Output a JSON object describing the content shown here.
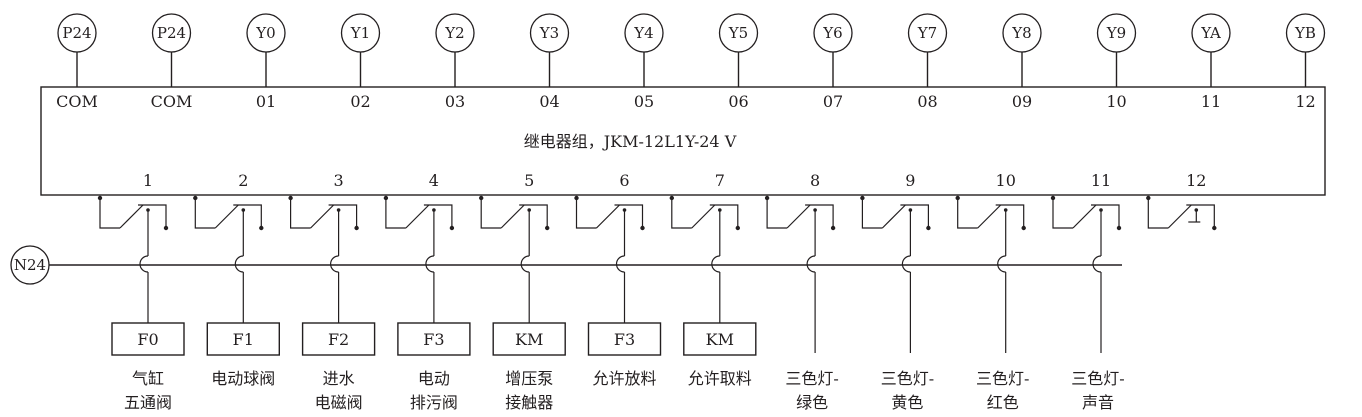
{
  "colors": {
    "ink": "#231f20",
    "background": "#ffffff"
  },
  "relay_group": {
    "title": "继电器组，JKM-12L1Y-24 V",
    "top_terminals": [
      {
        "signal": "P24",
        "label": "COM"
      },
      {
        "signal": "P24",
        "label": "COM"
      },
      {
        "signal": "Y0",
        "label": "01"
      },
      {
        "signal": "Y1",
        "label": "02"
      },
      {
        "signal": "Y2",
        "label": "03"
      },
      {
        "signal": "Y3",
        "label": "04"
      },
      {
        "signal": "Y4",
        "label": "05"
      },
      {
        "signal": "Y5",
        "label": "06"
      },
      {
        "signal": "Y6",
        "label": "07"
      },
      {
        "signal": "Y7",
        "label": "08"
      },
      {
        "signal": "Y8",
        "label": "09"
      },
      {
        "signal": "Y9",
        "label": "10"
      },
      {
        "signal": "YA",
        "label": "11"
      },
      {
        "signal": "YB",
        "label": "12"
      }
    ],
    "relays": [
      {
        "number": "1",
        "box": "F0",
        "device": [
          "气缸",
          "五通阀"
        ]
      },
      {
        "number": "2",
        "box": "F1",
        "device": [
          "电动球阀"
        ]
      },
      {
        "number": "3",
        "box": "F2",
        "device": [
          "进水",
          "电磁阀"
        ]
      },
      {
        "number": "4",
        "box": "F3",
        "device": [
          "电动",
          "排污阀"
        ]
      },
      {
        "number": "5",
        "box": "KM",
        "device": [
          "增压泵",
          "接触器"
        ]
      },
      {
        "number": "6",
        "box": "F3",
        "device": [
          "允许放料"
        ]
      },
      {
        "number": "7",
        "box": "KM",
        "device": [
          "允许取料"
        ]
      },
      {
        "number": "8",
        "box": "",
        "device": [
          "三色灯-",
          "绿色"
        ]
      },
      {
        "number": "9",
        "box": "",
        "device": [
          "三色灯-",
          "黄色"
        ]
      },
      {
        "number": "10",
        "box": "",
        "device": [
          "三色灯-",
          "红色"
        ]
      },
      {
        "number": "11",
        "box": "",
        "device": [
          "三色灯-",
          "声音"
        ]
      },
      {
        "number": "12",
        "box": "",
        "device": []
      }
    ]
  },
  "common_line": {
    "label": "N24"
  }
}
